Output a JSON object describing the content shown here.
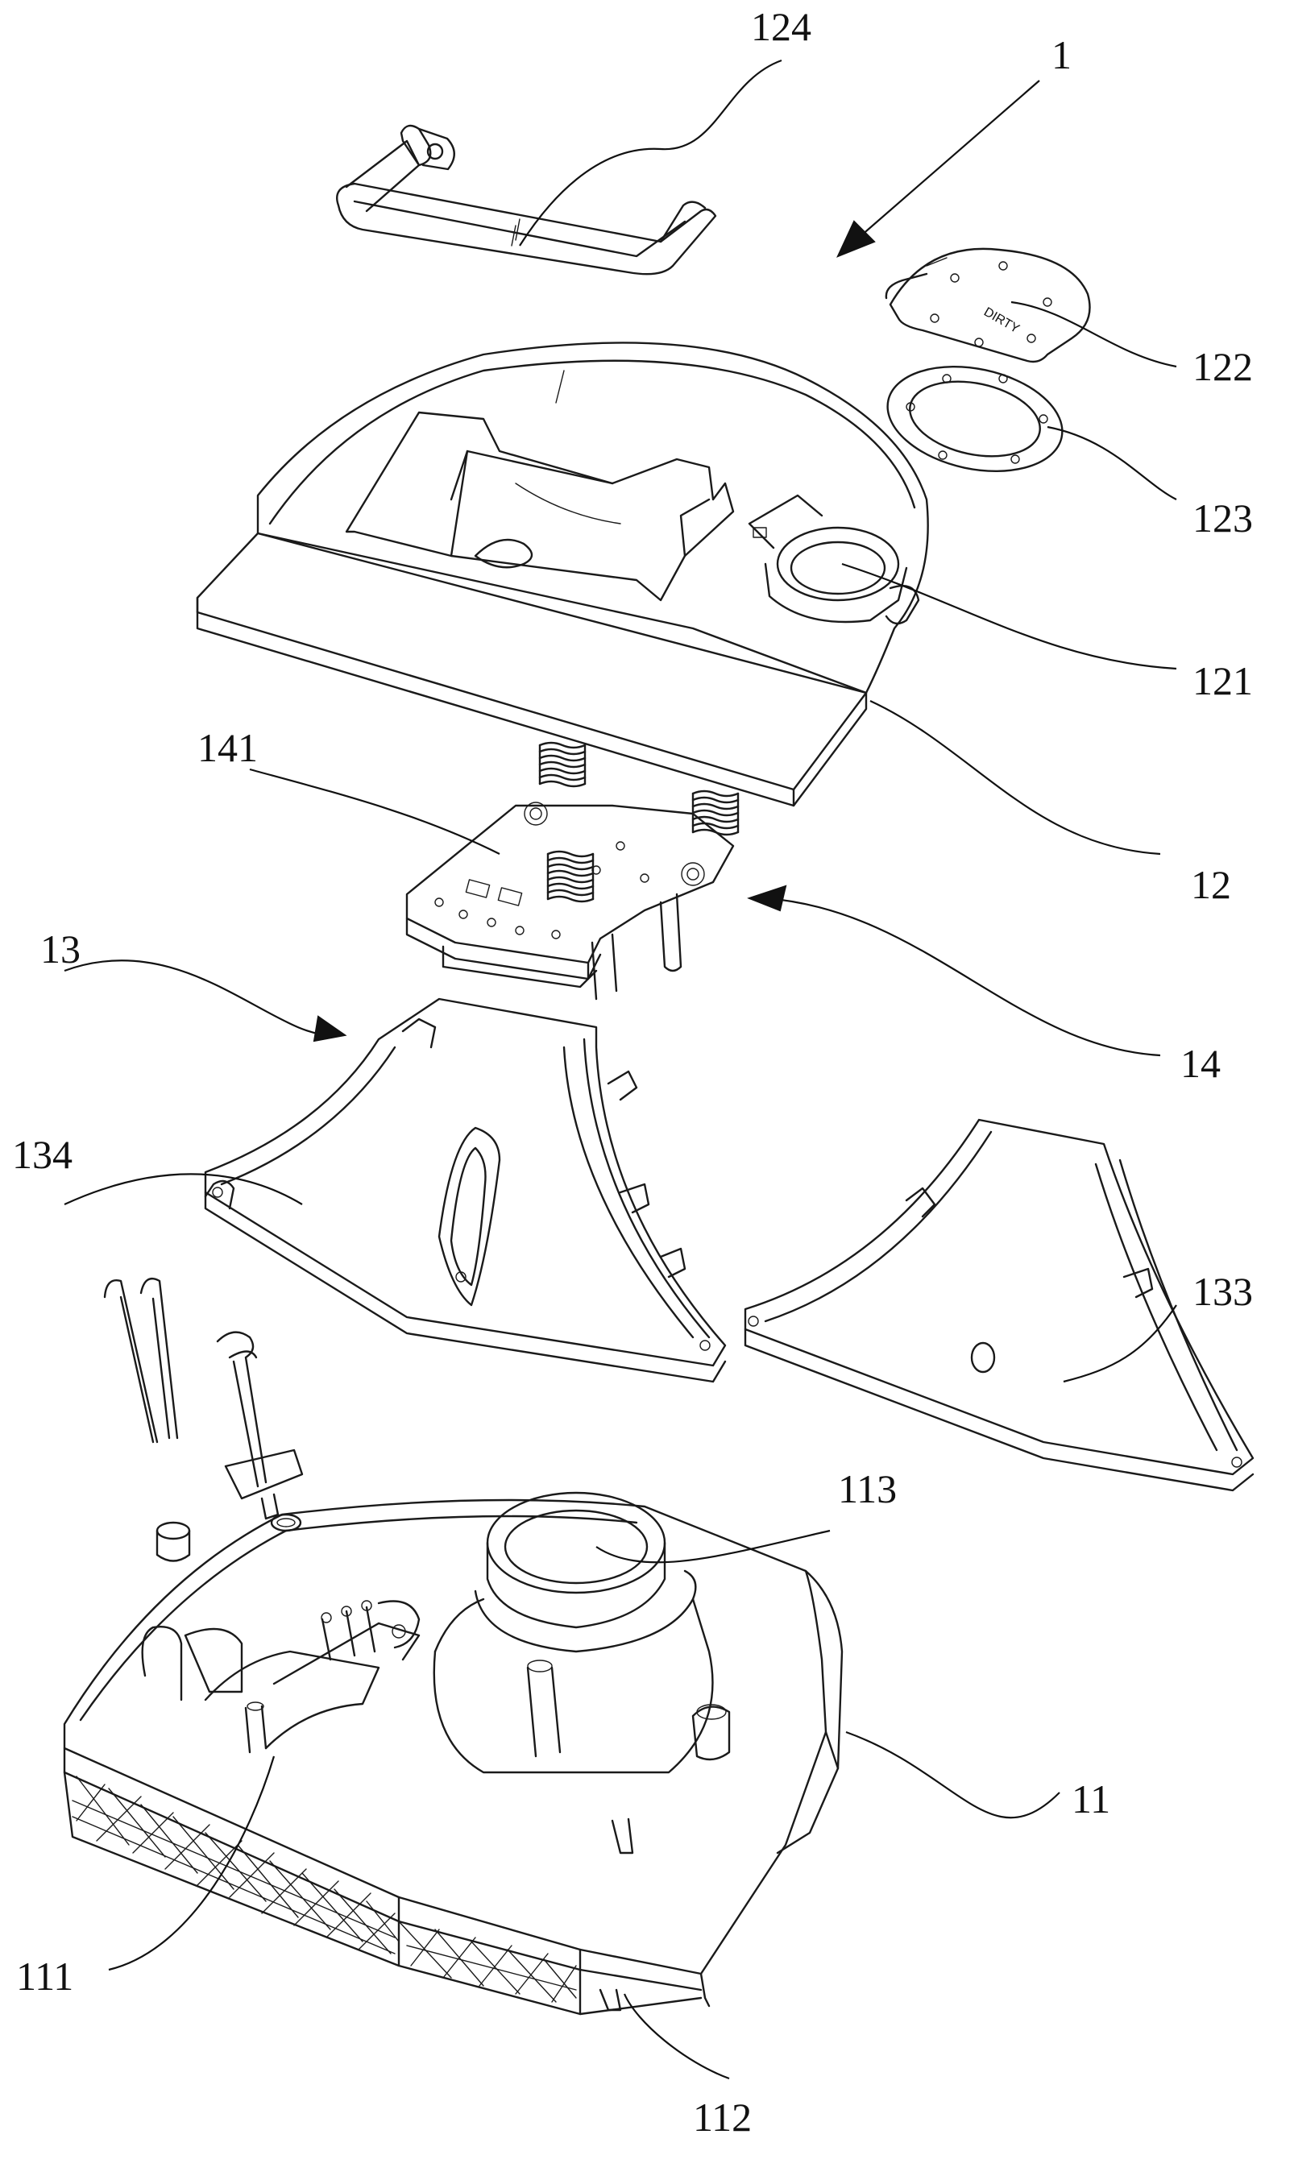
{
  "labels": {
    "l124": "124",
    "l1": "1",
    "l122": "122",
    "l123": "123",
    "l121": "121",
    "l12": "12",
    "l141": "141",
    "l14": "14",
    "l13": "13",
    "l134": "134",
    "l133": "133",
    "l113": "113",
    "l11": "11",
    "l111": "111",
    "l112": "112"
  },
  "stamp_text": "DIRTY"
}
